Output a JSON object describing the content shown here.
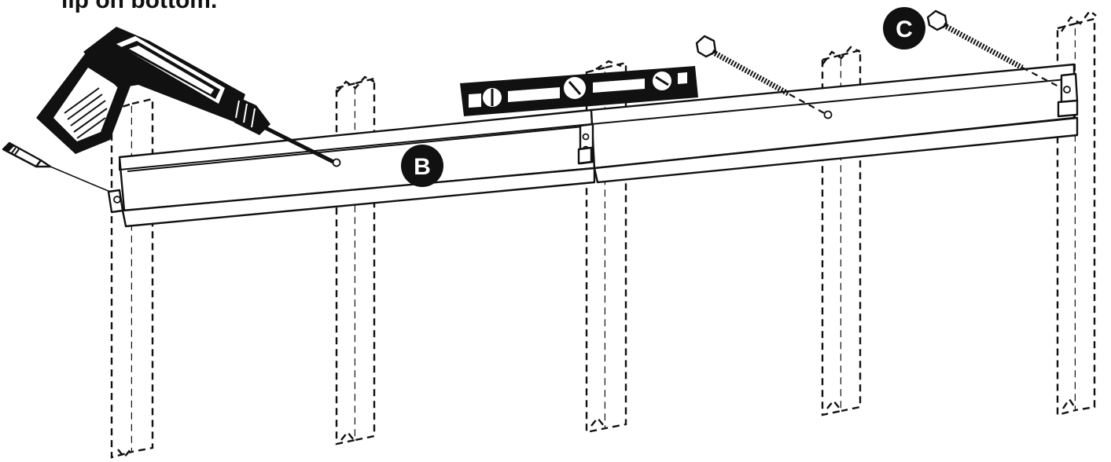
{
  "caption": {
    "text": "lip on bottom."
  },
  "callouts": [
    {
      "id": "callout-b",
      "label": "B"
    },
    {
      "id": "callout-c",
      "label": "C"
    }
  ],
  "objects": {
    "drill": "drill-icon",
    "pencil": "pencil-icon",
    "level": "level-icon",
    "lag_screw": "lag-screw-icon"
  },
  "colors": {
    "ink": "#111111",
    "paper": "#ffffff"
  }
}
